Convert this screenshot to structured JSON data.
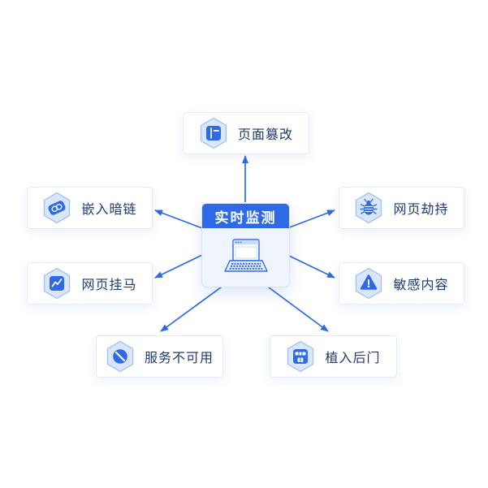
{
  "diagram": {
    "center": {
      "title": "实时监测",
      "icon": "laptop-icon"
    },
    "nodes": [
      {
        "label": "页面篡改",
        "icon": "layout-icon",
        "position": "top"
      },
      {
        "label": "嵌入暗链",
        "icon": "link-tag-icon",
        "position": "left-upper"
      },
      {
        "label": "网页挂马",
        "icon": "trend-chart-icon",
        "position": "left-lower"
      },
      {
        "label": "网页劫持",
        "icon": "bug-icon",
        "position": "right-upper"
      },
      {
        "label": "敏感内容",
        "icon": "warning-triangle-icon",
        "position": "right-lower"
      },
      {
        "label": "服务不可用",
        "icon": "ban-icon",
        "position": "bottom-left"
      },
      {
        "label": "植入后门",
        "icon": "storefront-icon",
        "position": "bottom-right"
      }
    ],
    "colors": {
      "accent": "#2E6AE5",
      "label_text": "#1F3A6E",
      "hexagon_fill": "#D9E6FB",
      "hexagon_border": "#A6C4F2",
      "card_border": "#E6EDF9",
      "center_header": "#2E6AE5",
      "center_body": "#EFF4FD"
    }
  }
}
